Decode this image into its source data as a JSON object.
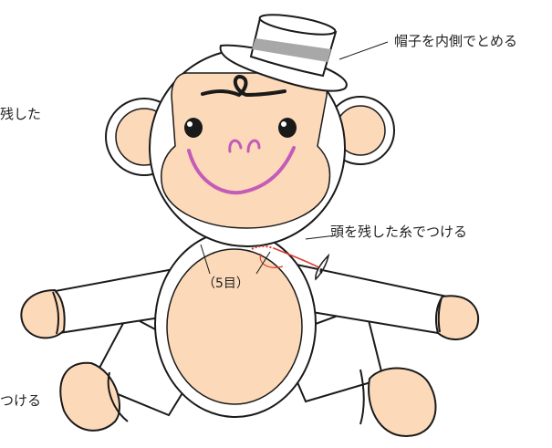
{
  "labels": {
    "hat": "帽子を内側でとめる",
    "head": "頭を残した糸でつける",
    "stitch_count": "（5目）",
    "left_clip": "残した",
    "bottom_left_clip": "つける"
  },
  "colors": {
    "skin": "#FCD9B8",
    "outline": "#1a1a1a",
    "mouth": "#C45BB8",
    "hat_band": "#A8A8A8",
    "thread": "#E03A2A",
    "fill_white": "#FFFFFF"
  }
}
